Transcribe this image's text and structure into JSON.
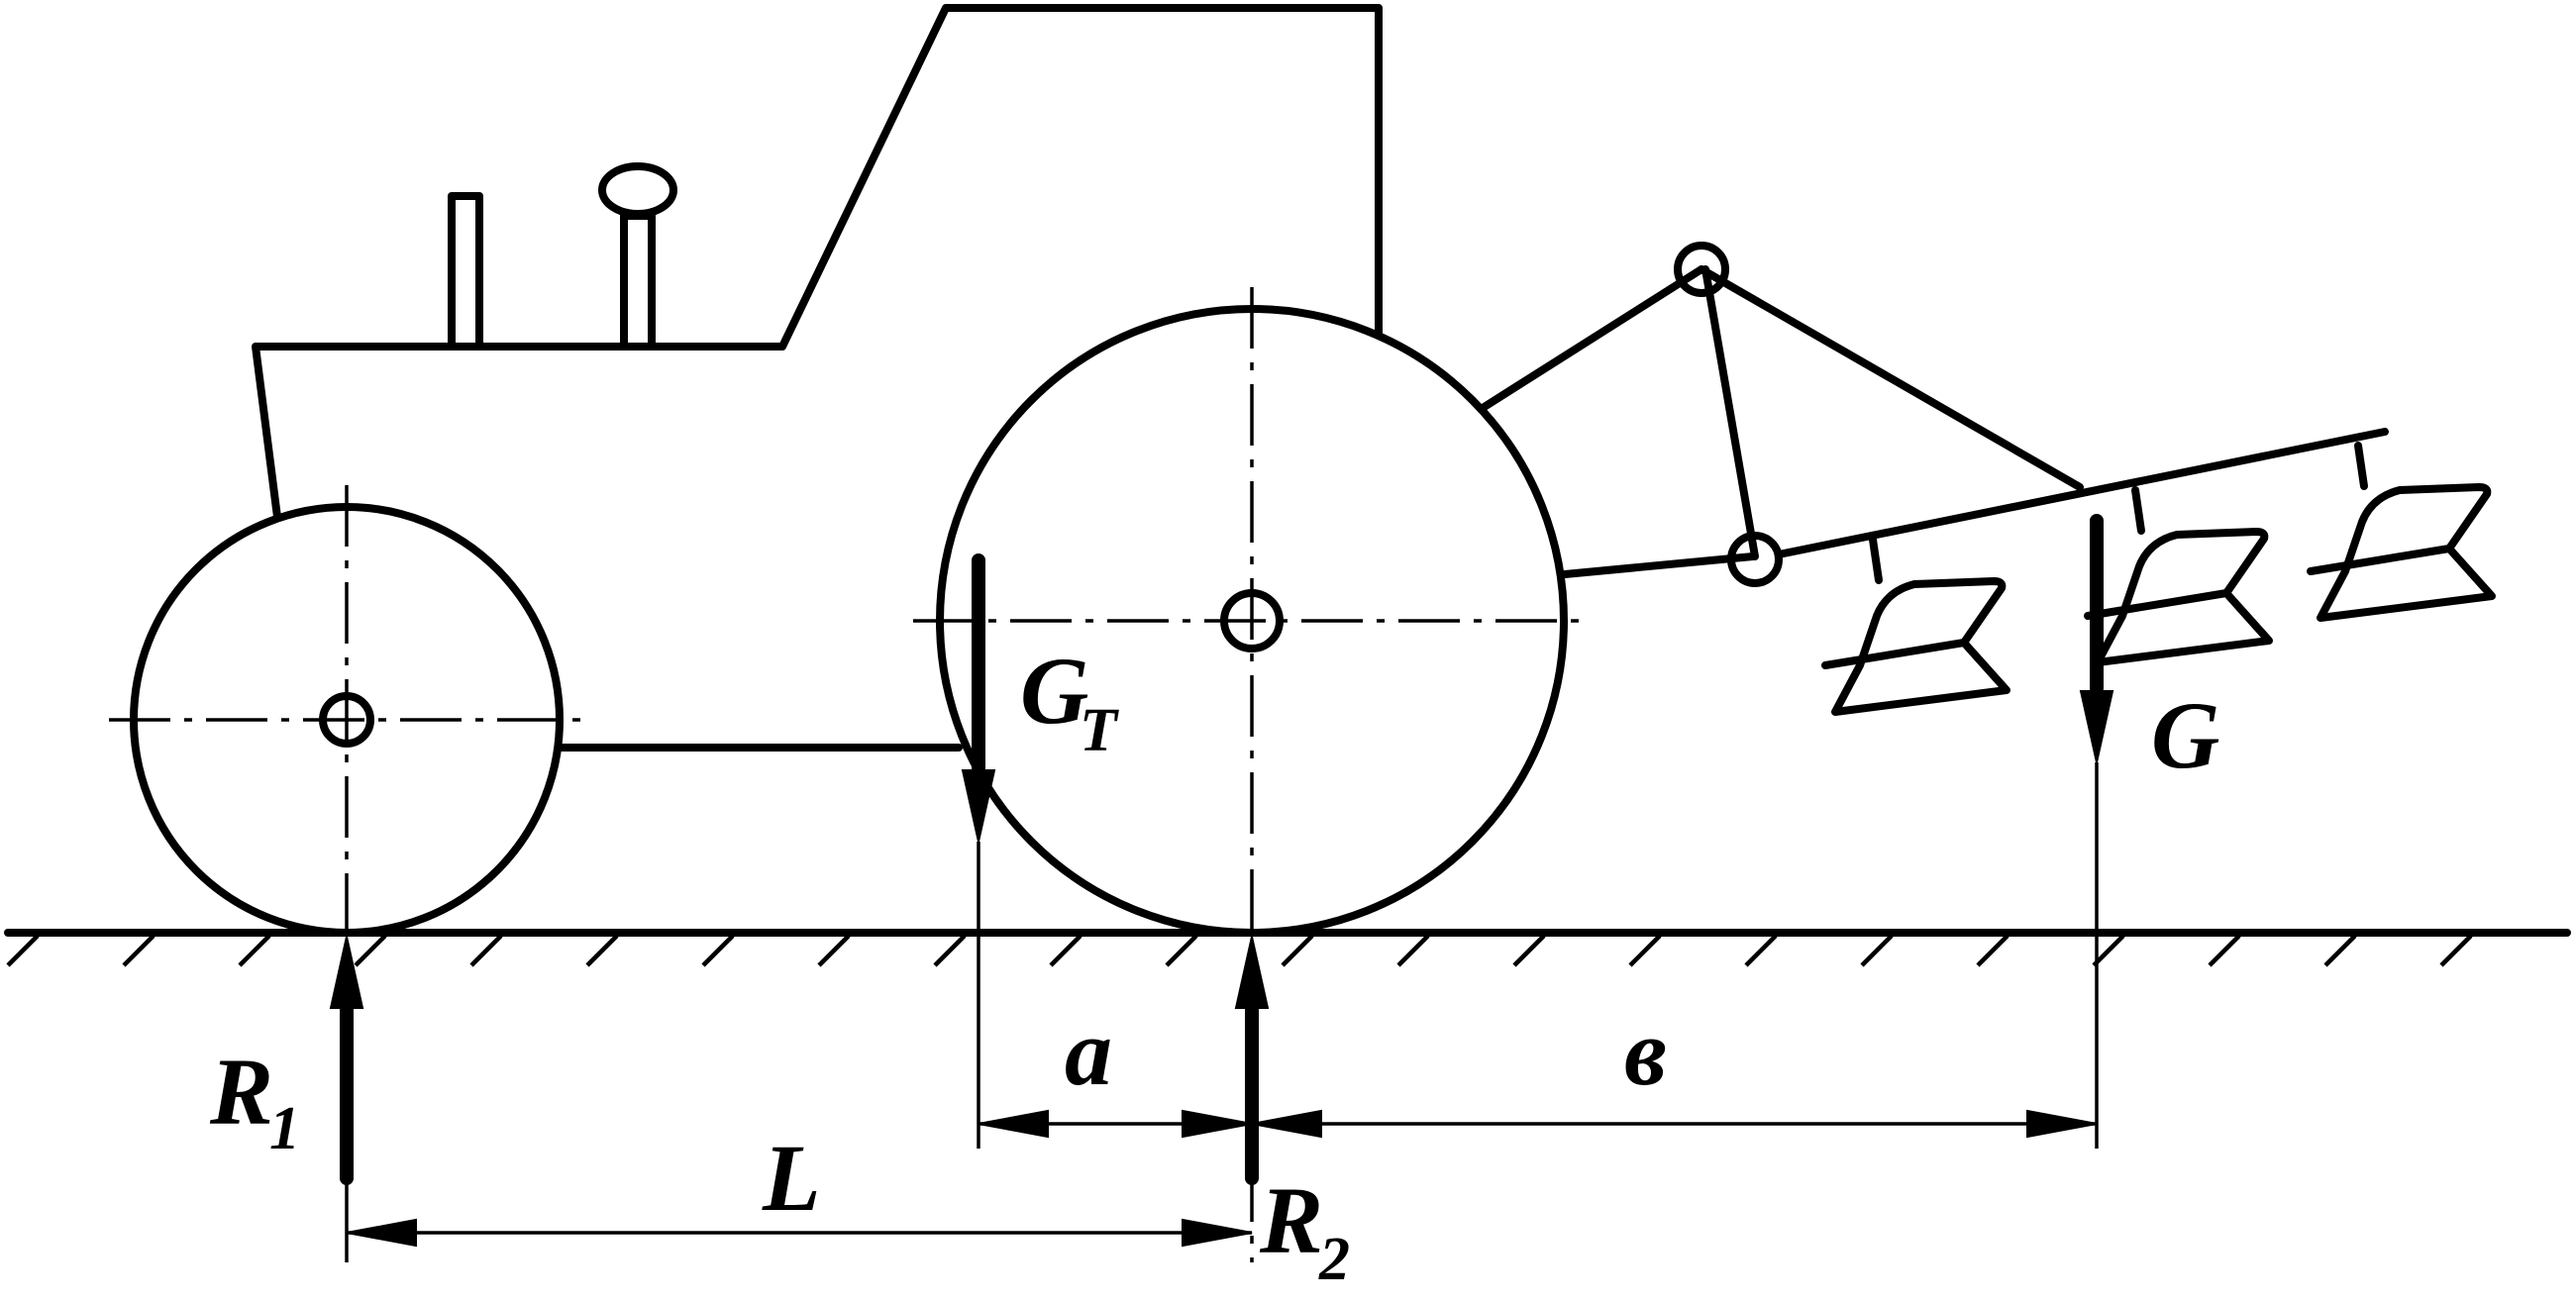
{
  "labels": {
    "rear_reaction": "R",
    "rear_reaction_sub": "1",
    "front_reaction": "R",
    "front_reaction_sub": "2",
    "tractor_weight": "G",
    "tractor_weight_sub": "T",
    "plough_weight": "G",
    "wheelbase": "L",
    "dim_a": "a",
    "dim_b": "в"
  }
}
